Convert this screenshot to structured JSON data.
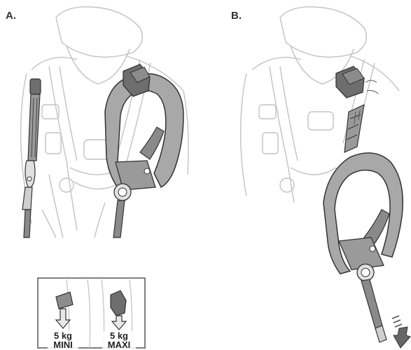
{
  "panels": {
    "a": {
      "label": "A."
    },
    "b": {
      "label": "B."
    }
  },
  "inset": {
    "left": {
      "weight": "5 kg",
      "note": "MINI"
    },
    "right": {
      "weight": "5 kg",
      "note": "MAXI"
    }
  },
  "colors": {
    "outline": "#b9b9b9",
    "metal": "#9a9a9a",
    "metal_dark": "#555555",
    "block": "#6e6e6e",
    "strap": "#8a8a8a"
  }
}
